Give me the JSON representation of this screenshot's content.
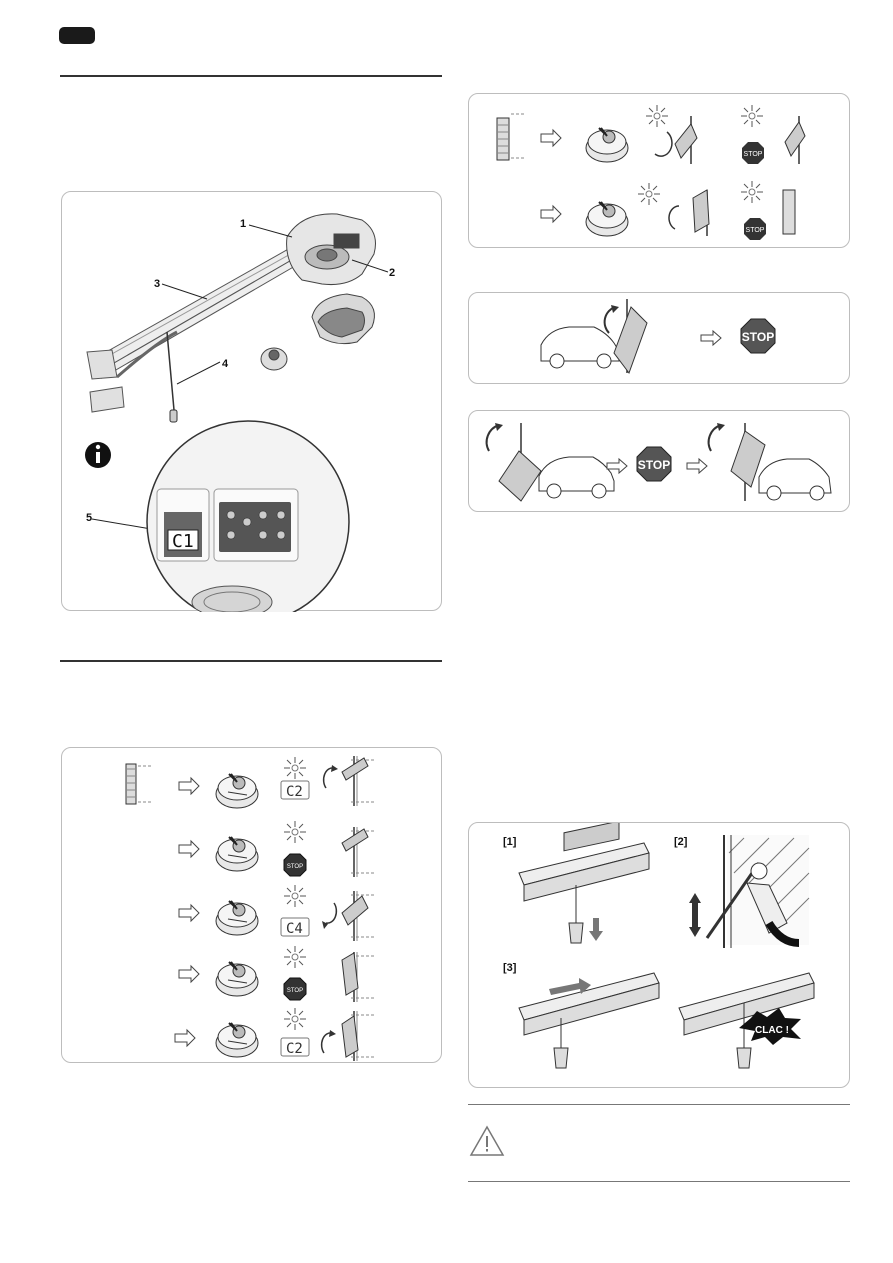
{
  "labels": {
    "callout_1": "1",
    "callout_2": "2",
    "callout_3": "3",
    "callout_4": "4",
    "callout_5": "5"
  },
  "display_codes": {
    "overview": "C1",
    "row1": "C2",
    "row3": "C4",
    "row5": "C2"
  },
  "stop_sign": "STOP",
  "release_steps": [
    "[1]",
    "[2]",
    "[3]"
  ],
  "clac": "CLAC !",
  "colors": {
    "rule": "#333333",
    "panel_border": "#bdbdbd",
    "badge": "#1a1a1a"
  }
}
